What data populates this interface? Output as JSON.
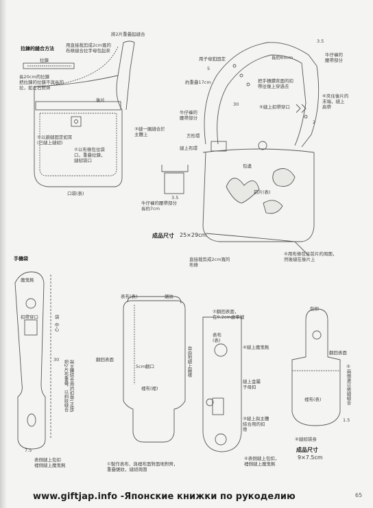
{
  "top_left": {
    "heading": "拉鍊的縫合方法",
    "zipper": "拉鍊",
    "zipper_note": "長20cm的拉鍊\n把拉鍊的拉鍊不與長的\n拉，如左右對齊",
    "fold_note": "用直接裁剪成2cm寬的\n布條縫合拉字母包起來",
    "overlap": "將2片重疊起縫合",
    "front_label": "後片",
    "step1": "①以避縫固定如耳\n(已縫上縫紉)",
    "step2": "②以布條包住袋\n口，重疊拉鍊，\n縫紉袋口",
    "step3": "③縫一圈縫合於\n主體上",
    "pocket": "口袋(表)"
  },
  "top_right": {
    "dim_35": "3.5",
    "dim_5": "5",
    "dim_17": "約重疊17cm",
    "dim_65": "長約65cm",
    "dim_30": "30",
    "dim_2": "2",
    "dim_35b": "3.5",
    "buckle_note": "用子母釦固定",
    "strap_note": "牛仔褲的\n腰帶部分",
    "strap_note2": "牛仔褲的\n腰帶部分",
    "fold_note": "把手穗鑽背面的扣\n帶往復上穿過去",
    "step5": "⑤縫上扣帶穿口",
    "step6": "⑥夾住後片的\n末端，縫上\n肩帶",
    "ring": "方形環",
    "cloth": "縫上布環",
    "wrap": "包邊",
    "front": "前片(表)",
    "belt_note": "牛仔褲的腰帶部分\n長約7cm",
    "bias_note": "直接裁剪成2cm寬的\n布條",
    "step4": "④用布條包住前片的周圍，\n然後縫在後片上",
    "size_title": "成品尺寸",
    "size_val": "25×29cm"
  },
  "bottom": {
    "heading": "手機袋",
    "loop": "魔鬼氈",
    "loop2": "扣帶穿口",
    "center": "中心",
    "center_top": "袋",
    "dim_30": "30",
    "dim_75": "7.5",
    "sew_note": "與主體結合用的扣帶(正接)\n把2片布重疊，以斜紋縫合",
    "snap_note": "表側縫上包扣\n裡側縫上魔鬼氈",
    "outer": "表布(表)",
    "lining": "裡布(裡)",
    "zigzag": "鋸紋",
    "return": "翻回表面",
    "gap": "5cm翻口",
    "step1": "①製作表布、與裡布面對面地對齊，\n重疊鋸紋，縫紉周圍",
    "step2": "②翻回表面，\n在0.2cm處車縫",
    "outer2": "表布\n(表)",
    "free_note": "自由地縫上圖樣",
    "loop_step": "④縫上魔鬼氈",
    "snap_step": "縫上金屬\n子母扣",
    "step3": "③縫上與主體\n結合用的扣\n帶",
    "step4": "④表側縫上包扣，\n裡側縫上魔鬼氈",
    "button": "包扣",
    "return2": "翻回表面",
    "lining2": "裡布(表)",
    "step5": "⑤兩側邊以捲縫縫合",
    "step6": "⑥縫紉袋身",
    "dim_15": "1.5",
    "size_title": "成品尺寸",
    "size_val": "9×7.5cm"
  },
  "footer": "www.giftjap.info -Японские книжки по рукоделию",
  "page_number": "65"
}
